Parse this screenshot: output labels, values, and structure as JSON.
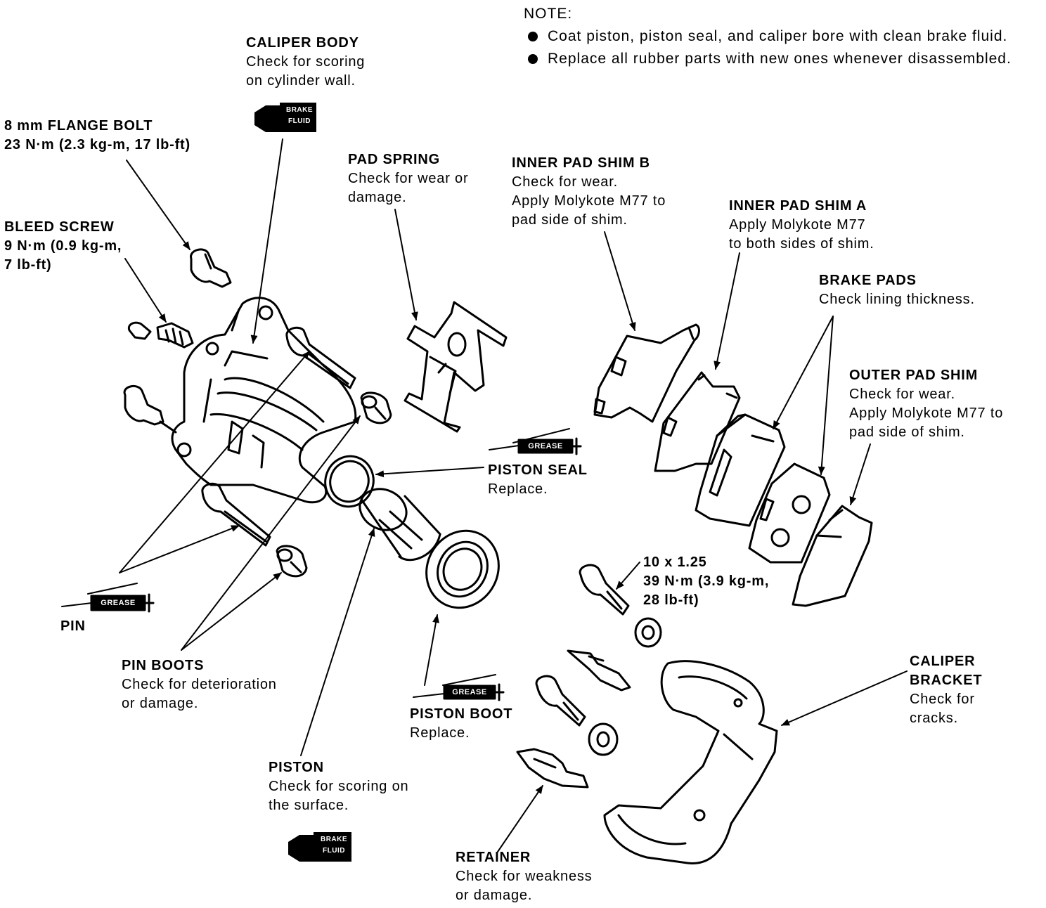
{
  "note": {
    "heading": "NOTE:",
    "bullets": [
      "Coat piston, piston seal, and caliper bore with clean brake fluid.",
      "Replace all rubber parts with new ones whenever disassembled."
    ]
  },
  "labels": {
    "caliper_body": {
      "title": "CALIPER BODY",
      "lines": [
        "Check for scoring",
        "on cylinder wall."
      ]
    },
    "flange_bolt": {
      "title": "8 mm FLANGE BOLT",
      "lines": [
        "23 N·m (2.3 kg-m, 17 lb-ft)"
      ]
    },
    "bleed_screw": {
      "title": "BLEED SCREW",
      "lines": [
        "9 N·m (0.9 kg-m,",
        "7 lb-ft)"
      ]
    },
    "pad_spring": {
      "title": "PAD SPRING",
      "lines": [
        "Check for wear or",
        "damage."
      ]
    },
    "inner_pad_shim_b": {
      "title": "INNER PAD SHIM B",
      "lines": [
        "Check for wear.",
        "Apply Molykote M77 to",
        "pad side of shim."
      ]
    },
    "inner_pad_shim_a": {
      "title": "INNER PAD SHIM A",
      "lines": [
        "Apply Molykote M77",
        "to both sides of shim."
      ]
    },
    "brake_pads": {
      "title": "BRAKE PADS",
      "lines": [
        "Check lining thickness."
      ]
    },
    "outer_pad_shim": {
      "title": "OUTER PAD SHIM",
      "lines": [
        "Check for wear.",
        "Apply Molykote M77 to",
        "pad side of shim."
      ]
    },
    "piston_seal": {
      "title": "PISTON SEAL",
      "lines": [
        "Replace."
      ]
    },
    "bolt_10": {
      "title": "10 x 1.25",
      "lines": [
        "39 N·m (3.9 kg-m,",
        "28 lb-ft)"
      ]
    },
    "pin": {
      "title": "PIN",
      "lines": []
    },
    "pin_boots": {
      "title": "PIN BOOTS",
      "lines": [
        "Check for deterioration",
        "or damage."
      ]
    },
    "caliper_bracket": {
      "title": "CALIPER",
      "lines": [
        "BRACKET",
        "Check for",
        "cracks."
      ]
    },
    "piston_boot": {
      "title": "PISTON BOOT",
      "lines": [
        "Replace."
      ]
    },
    "piston": {
      "title": "PISTON",
      "lines": [
        "Check for scoring on",
        "the surface."
      ]
    },
    "retainer": {
      "title": "RETAINER",
      "lines": [
        "Check for weakness",
        "or damage."
      ]
    }
  },
  "badges": {
    "brake_fluid_top": [
      "BRAKE",
      "FLUID"
    ],
    "brake_fluid_bottom": [
      "BRAKE",
      "FLUID"
    ],
    "grease_seal": "GREASE",
    "grease_pin": "GREASE",
    "grease_boot": "GREASE"
  },
  "colors": {
    "ink": "#000000",
    "paper": "#ffffff"
  }
}
